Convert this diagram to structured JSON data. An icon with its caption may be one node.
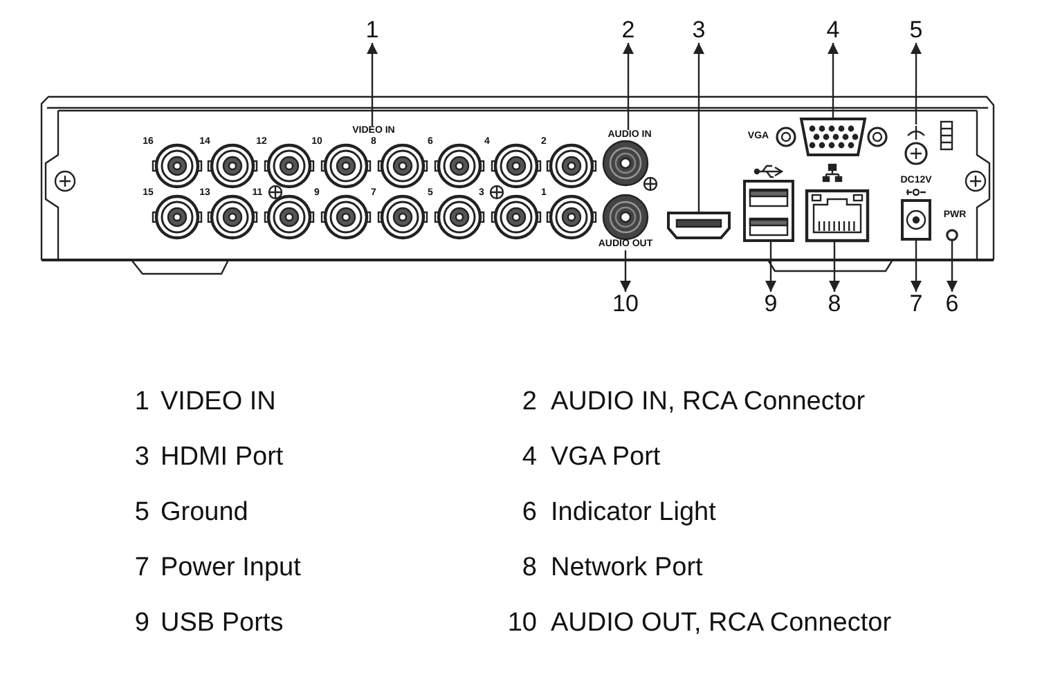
{
  "diagram": {
    "nodes": [
      {
        "text": [
          "1"
        ]
      },
      {
        "text": [
          "2"
        ]
      },
      {
        "text": [
          "3"
        ]
      },
      {
        "text": [
          "4"
        ]
      },
      {
        "text": [
          "5"
        ]
      },
      {
        "text": [
          "10"
        ]
      },
      {
        "text": [
          "9"
        ]
      },
      {
        "text": [
          "8"
        ]
      },
      {
        "text": [
          "7"
        ]
      },
      {
        "text": [
          "6"
        ]
      },
      {
        "text": [
          "VIDEO IN"
        ]
      },
      {
        "text": [
          "AUDIO IN"
        ]
      },
      {
        "text": [],
        "shape": "box"
      },
      {
        "text": [],
        "shape": "box"
      },
      {
        "text": [],
        "shape": "circle"
      },
      {
        "text": [
          "AUDIO OUT"
        ]
      },
      {
        "text": [],
        "shape": "box"
      },
      {
        "text": [],
        "shape": "box"
      },
      {
        "text": [],
        "shape": "box"
      },
      {
        "text": [],
        "shape": "circle"
      }
    ],
    "edges": [
      {
        "from": 10,
        "to": 0,
        "arrow": "to"
      },
      {
        "from": 11,
        "to": 1,
        "arrow": "to"
      },
      {
        "from": 12,
        "to": 2,
        "arrow": "to"
      },
      {
        "from": 13,
        "to": 3,
        "arrow": "to"
      },
      {
        "from": 14,
        "to": 4,
        "arrow": "to"
      },
      {
        "from": 15,
        "to": 5,
        "arrow": "to"
      },
      {
        "from": 16,
        "to": 6,
        "arrow": "to"
      },
      {
        "from": 17,
        "to": 7,
        "arrow": "to"
      },
      {
        "from": 18,
        "to": 8,
        "arrow": "to"
      },
      {
        "from": 19,
        "to": 9,
        "arrow": "to"
      }
    ],
    "labels": [
      "16",
      "14",
      "12",
      "10",
      "8",
      "6",
      "4",
      "2",
      "VGA",
      "DC12V",
      "15",
      "13",
      "11",
      "9",
      "7",
      "5",
      "3",
      "1",
      "PWR",
      "1",
      "VIDEO IN",
      "2",
      "AUDIO IN, RCA Connector",
      "3",
      "HDMI Port",
      "4",
      "VGA Port",
      "5",
      "Ground",
      "6",
      "Indicator Light",
      "7",
      "Power Input",
      "8",
      "Network Port",
      "9",
      "USB Ports",
      "10",
      "AUDIO OUT, RCA Connector"
    ]
  }
}
